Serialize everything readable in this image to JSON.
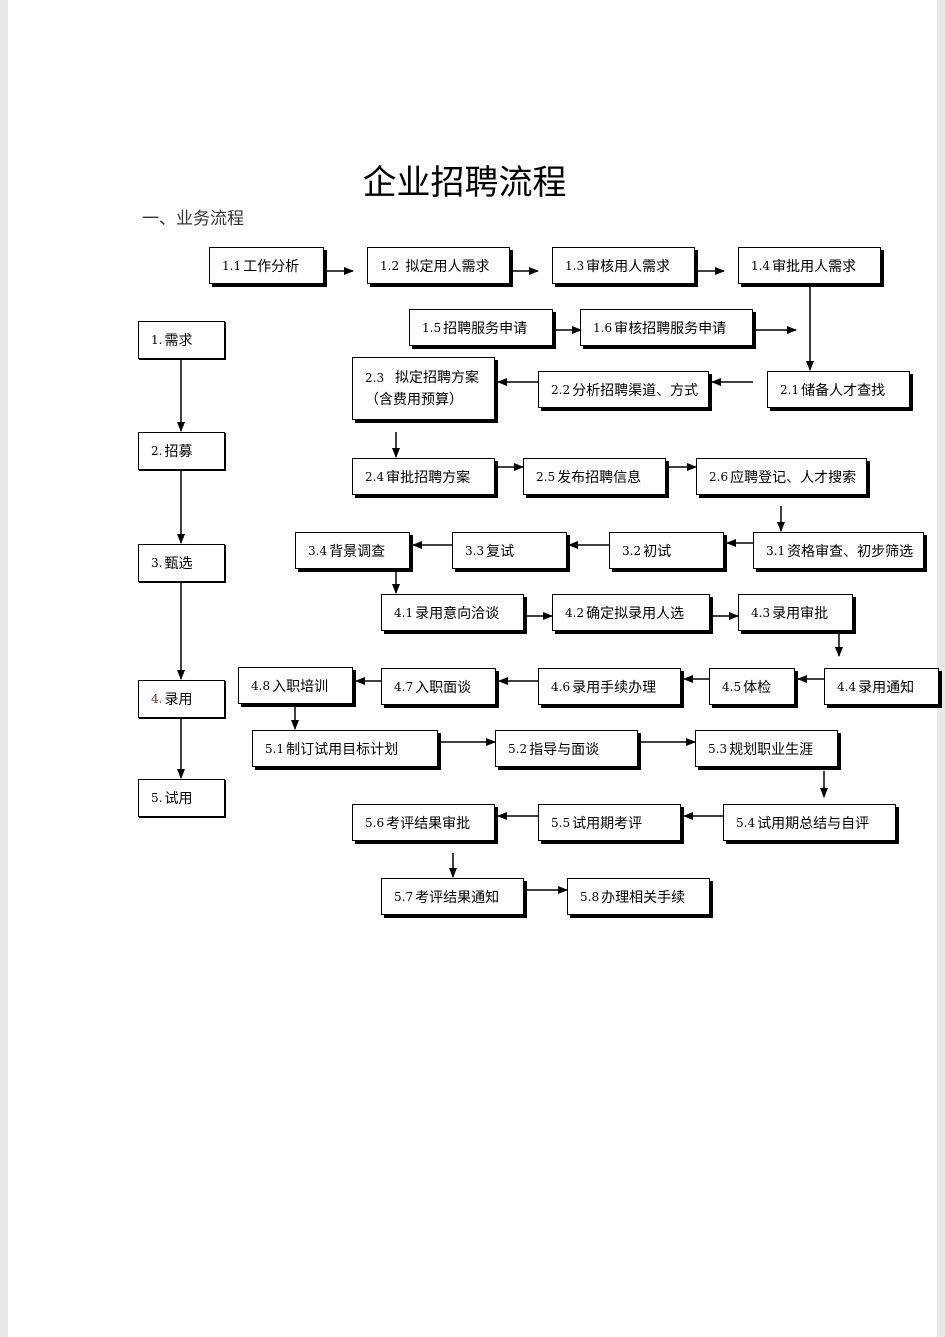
{
  "title": "企业招聘流程",
  "section": "一、业务流程",
  "stages": [
    {
      "num": "1.",
      "label": "需求"
    },
    {
      "num": "2.",
      "label": "招募"
    },
    {
      "num": "3.",
      "label": "甄选"
    },
    {
      "num": "4.",
      "label": "录用"
    },
    {
      "num": "5.",
      "label": "试用"
    }
  ],
  "steps": {
    "s1_1": {
      "num": "1.1",
      "label": "工作分析"
    },
    "s1_2": {
      "num": "1.2",
      "label": "拟定用人需求"
    },
    "s1_3": {
      "num": "1.3",
      "label": "审核用人需求"
    },
    "s1_4": {
      "num": "1.4",
      "label": "审批用人需求"
    },
    "s1_5": {
      "num": "1.5",
      "label": "招聘服务申请"
    },
    "s1_6": {
      "num": "1.6",
      "label": "审核招聘服务申请"
    },
    "s2_1": {
      "num": "2.1",
      "label": "储备人才查找"
    },
    "s2_2": {
      "num": "2.2",
      "label": "分析招聘渠道、方式"
    },
    "s2_3": {
      "num": "2.3",
      "label": "拟定招聘方案",
      "label2": "（含费用预算）"
    },
    "s2_4": {
      "num": "2.4",
      "label": "审批招聘方案"
    },
    "s2_5": {
      "num": "2.5",
      "label": "发布招聘信息"
    },
    "s2_6": {
      "num": "2.6",
      "label": "应聘登记、人才搜索"
    },
    "s3_1": {
      "num": "3.1",
      "label": "资格审查、初步筛选"
    },
    "s3_2": {
      "num": "3.2",
      "label": "初试"
    },
    "s3_3": {
      "num": "3.3",
      "label": "复试"
    },
    "s3_4": {
      "num": "3.4",
      "label": "背景调查"
    },
    "s4_1": {
      "num": "4.1",
      "label": "录用意向洽谈"
    },
    "s4_2": {
      "num": "4.2",
      "label": "确定拟录用人选"
    },
    "s4_3": {
      "num": "4.3",
      "label": "录用审批"
    },
    "s4_4": {
      "num": "4.4",
      "label": "录用通知"
    },
    "s4_5": {
      "num": "4.5",
      "label": "体检"
    },
    "s4_6": {
      "num": "4.6",
      "label": "录用手续办理"
    },
    "s4_7": {
      "num": "4.7",
      "label": "入职面谈"
    },
    "s4_8": {
      "num": "4.8",
      "label": "入职培训"
    },
    "s5_1": {
      "num": "5.1",
      "label": "制订试用目标计划"
    },
    "s5_2": {
      "num": "5.2",
      "label": "指导与面谈"
    },
    "s5_3": {
      "num": "5.3",
      "label": "规划职业生涯"
    },
    "s5_4": {
      "num": "5.4",
      "label": "试用期总结与自评"
    },
    "s5_5": {
      "num": "5.5",
      "label": "试用期考评"
    },
    "s5_6": {
      "num": "5.6",
      "label": "考评结果审批"
    },
    "s5_7": {
      "num": "5.7",
      "label": "考评结果通知"
    },
    "s5_8": {
      "num": "5.8",
      "label": "办理相关手续"
    }
  }
}
